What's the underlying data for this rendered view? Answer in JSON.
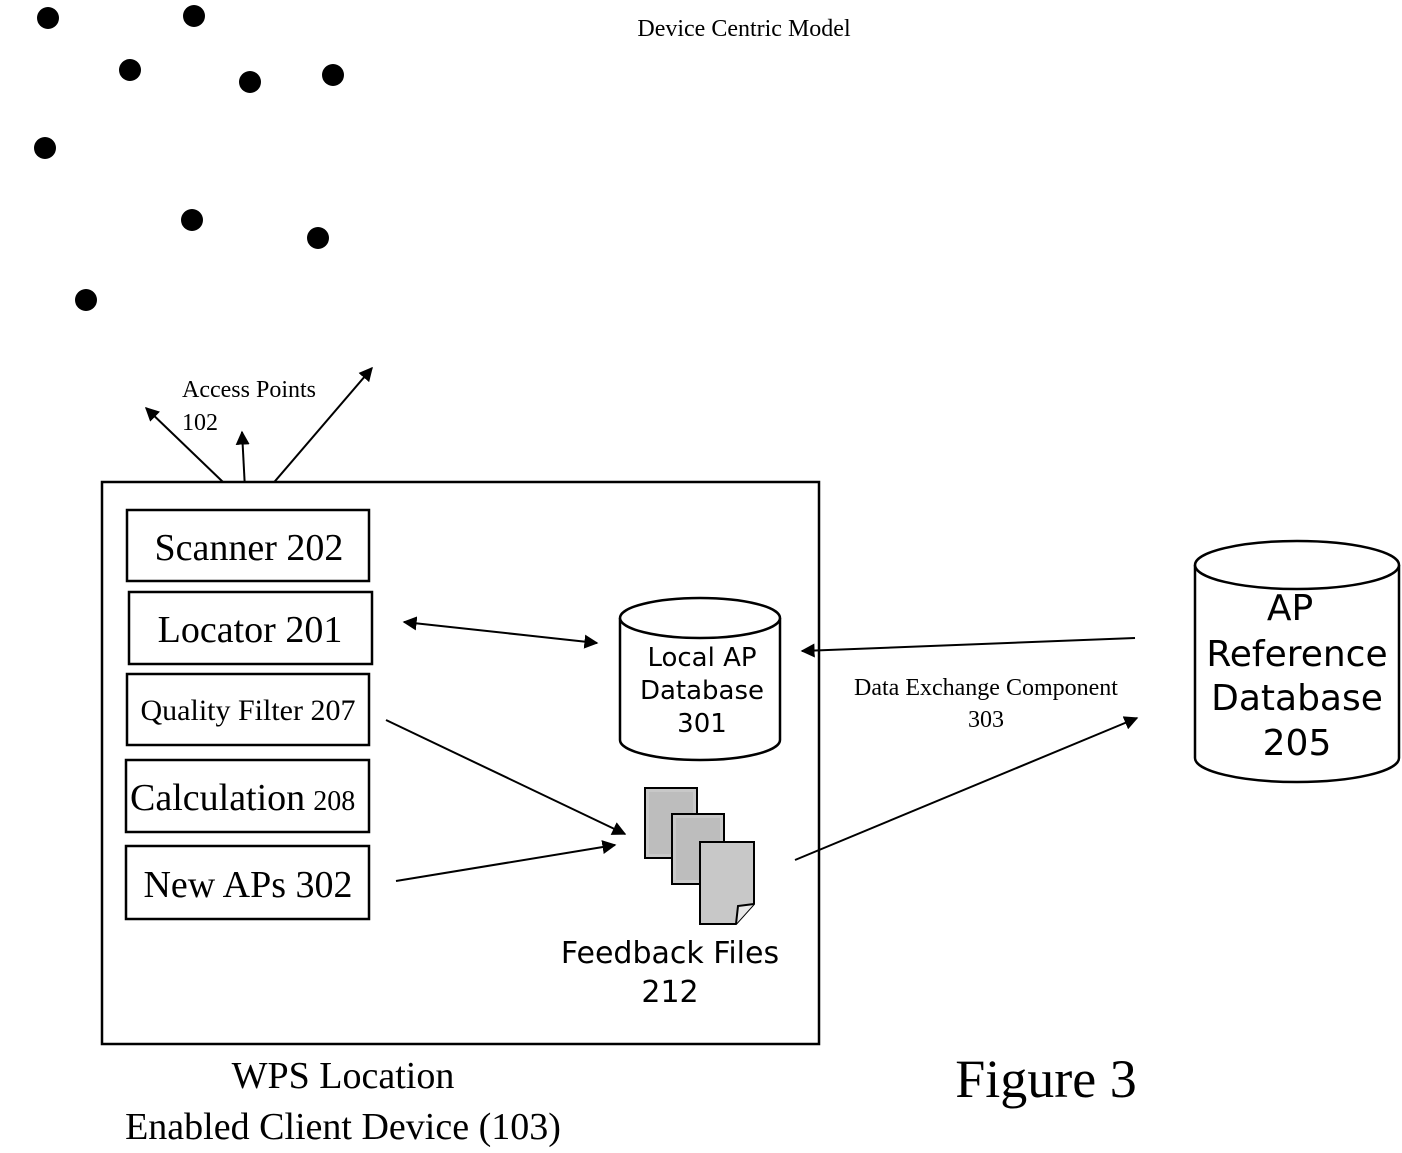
{
  "title": "Device Centric Model",
  "access_points": {
    "line1": "Access Points",
    "line2": "102"
  },
  "components": {
    "scanner": "Scanner 202",
    "locator": "Locator 201",
    "quality_filter": "Quality Filter 207",
    "calculation_main": "Calculation",
    "calculation_num": "208",
    "new_aps": "New APs 302"
  },
  "local_db": {
    "line1": "Local AP",
    "line2": "Database",
    "line3": "301"
  },
  "feedback": {
    "line1": "Feedback Files",
    "line2": "212"
  },
  "data_exchange": {
    "line1": "Data Exchange Component",
    "line2": "303"
  },
  "reference_db": {
    "line1": "AP",
    "line2": "Reference",
    "line3": "Database",
    "line4": "205"
  },
  "device_caption": {
    "line1": "WPS Location",
    "line2": "Enabled Client Device (103)"
  },
  "figure_label": "Figure 3",
  "icons": {
    "tower": "radio-tower-icon",
    "document": "document-stack-icon",
    "database": "database-cylinder-icon"
  }
}
